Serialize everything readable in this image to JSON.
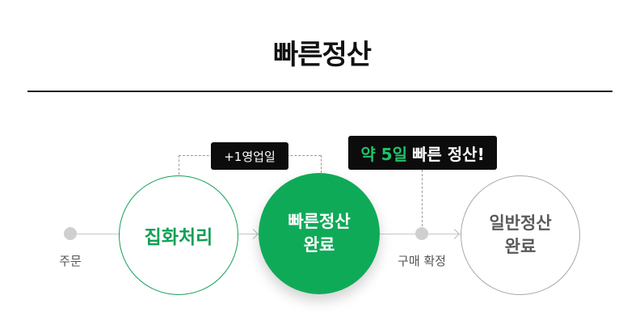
{
  "title": "빠른정산",
  "steps": {
    "order": {
      "label": "주문"
    },
    "collection": {
      "label": "집화처리"
    },
    "fast_settlement": {
      "label": "빠른정산\n완료"
    },
    "purchase_confirm": {
      "label": "구매 확정"
    },
    "normal_settlement": {
      "label": "일반정산\n완료"
    }
  },
  "badges": {
    "business_day": "+1영업일",
    "fast_highlight": "약 5일",
    "fast_rest": "빠른 정산!"
  },
  "colors": {
    "accent_green": "#0faa58",
    "highlight_green": "#1fc36a",
    "badge_bg": "#0c0c0c",
    "gray_line": "#c8c8c8"
  }
}
